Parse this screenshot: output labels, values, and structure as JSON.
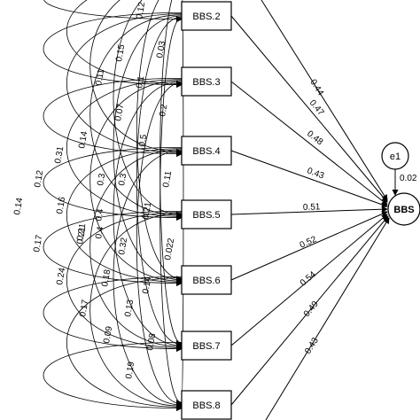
{
  "nodes": {
    "items": [
      {
        "id": "bbs2",
        "label": "BBS.2"
      },
      {
        "id": "bbs3",
        "label": "BBS.3"
      },
      {
        "id": "bbs4",
        "label": "BBS.4"
      },
      {
        "id": "bbs5",
        "label": "BBS.5"
      },
      {
        "id": "bbs6",
        "label": "BBS.6"
      },
      {
        "id": "bbs7",
        "label": "BBS.7"
      },
      {
        "id": "bbs8",
        "label": "BBS.8"
      }
    ],
    "latent": {
      "label": "BBS"
    },
    "error": {
      "label": "e1",
      "loading": "0.02"
    }
  },
  "loadings": [
    "0.44",
    "0.47",
    "0.48",
    "0.43",
    "0.51",
    "0.52",
    "0.54",
    "0.49",
    "0.43"
  ],
  "covariance_labels": [
    "0.12",
    "0.15",
    "0.03",
    "0.14",
    "0.1",
    "0.2",
    "0.07",
    "0.11",
    "0.4",
    "0.5",
    "0.11",
    "0.31",
    "0.3",
    "0.3",
    "0.21",
    "0.21",
    "0.14",
    "0.12",
    "0.16",
    "0.17",
    "0.24",
    "0.21",
    "0.4",
    "0.32",
    "0.022",
    "0.14",
    "0.13",
    "0.17",
    "0.18",
    "0.09",
    "0.08",
    "0.19"
  ]
}
